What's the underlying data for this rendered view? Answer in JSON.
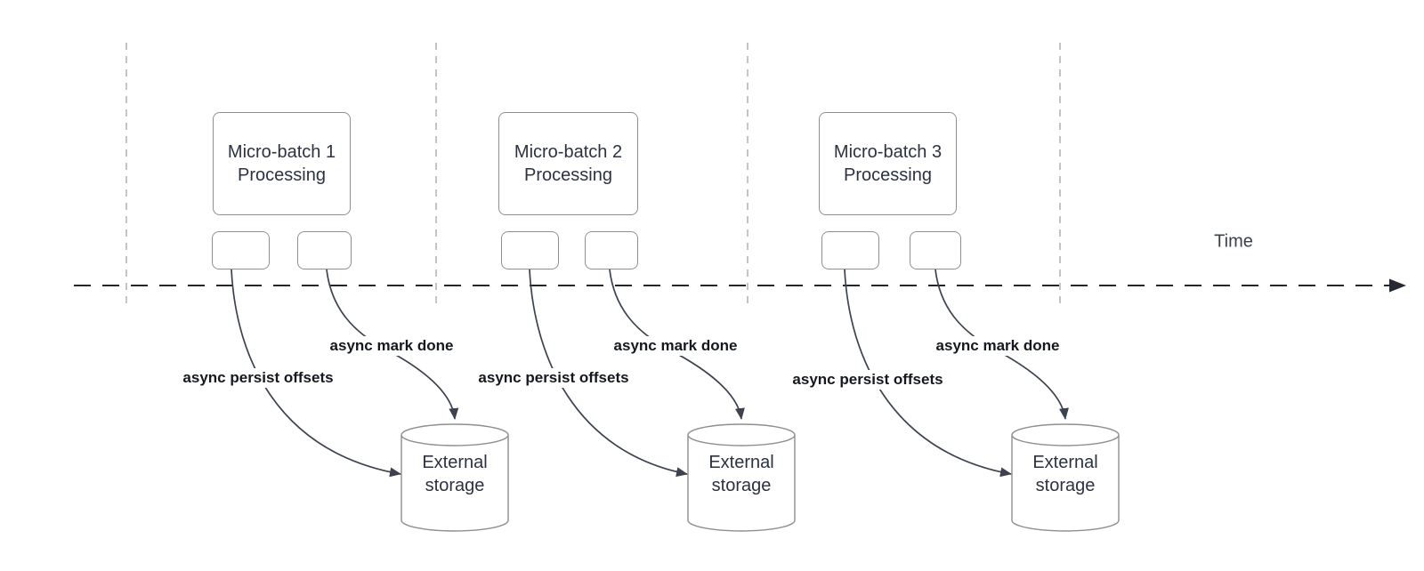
{
  "diagram": {
    "time_axis_label": "Time",
    "batches": [
      {
        "process_label": "Micro-batch 1 Processing",
        "persist_arrow_label": "async persist offsets",
        "mark_arrow_label": "async mark done",
        "storage_label": "External storage"
      },
      {
        "process_label": "Micro-batch 2 Processing",
        "persist_arrow_label": "async persist offsets",
        "mark_arrow_label": "async mark done",
        "storage_label": "External storage"
      },
      {
        "process_label": "Micro-batch 3 Processing",
        "persist_arrow_label": "async persist offsets",
        "mark_arrow_label": "async mark done",
        "storage_label": "External storage"
      }
    ],
    "colors": {
      "shape_border": "#8f8f8f",
      "arrow": "#3c434f",
      "timeline": "#23272b",
      "gridline": "#b1b1b1",
      "bold_label_text": "#15181e",
      "node_text": "#2b3240"
    }
  }
}
